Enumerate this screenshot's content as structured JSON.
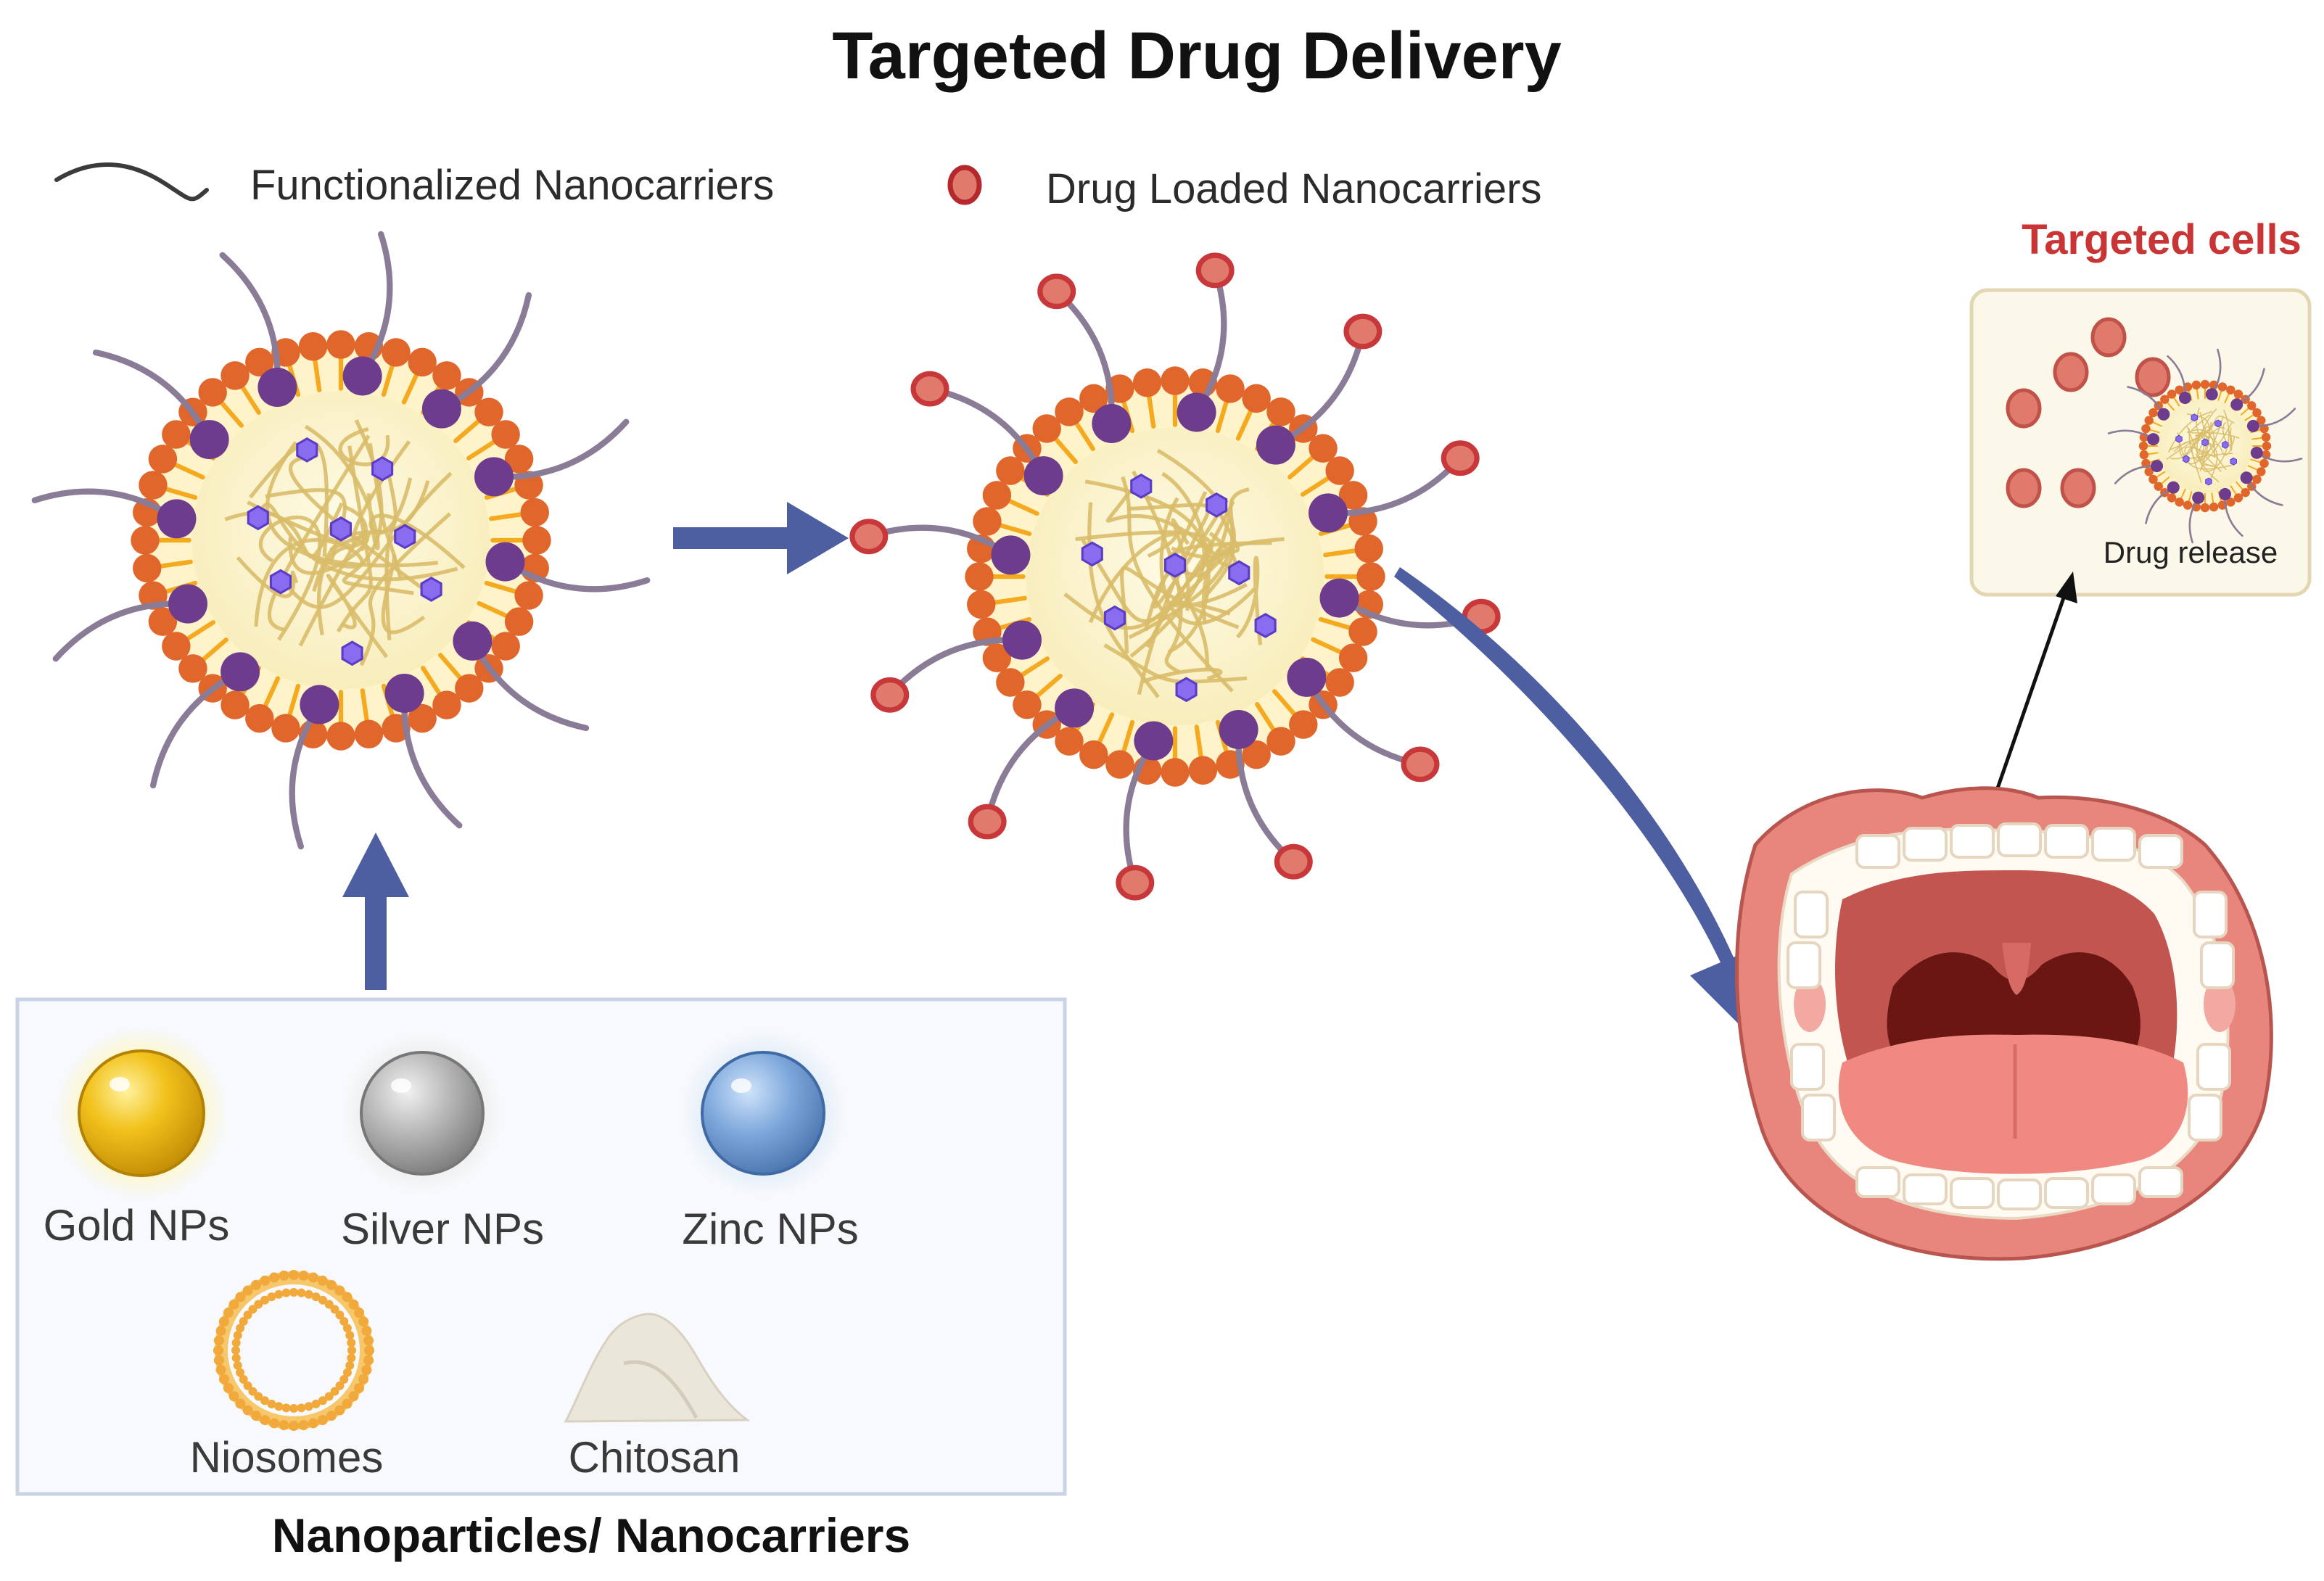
{
  "title": "Targeted Drug Delivery",
  "legend": {
    "functionalized": "Functionalized Nanocarriers",
    "drug_loaded": "Drug Loaded Nanocarriers"
  },
  "nanoparticles_box": {
    "caption": "Nanoparticles/ Nanocarriers",
    "items": [
      "Gold NPs",
      "Silver NPs",
      "Zinc NPs",
      "Niosomes",
      "Chitosan"
    ]
  },
  "targeted_cells": {
    "title": "Targeted cells",
    "release": "Drug release"
  },
  "colors": {
    "arrow": "#4d5ea1",
    "lipid_head": "#e0662c",
    "lipid_tail": "#f4a91f",
    "core": "#fbf2c8",
    "polymer": "#d9bd6a",
    "ligand_node": "#6e3c8d",
    "ligand_chain": "#8a7c96",
    "drug": "#c8383a",
    "drug_inner": "#e07a6d",
    "targeted_title": "#c93534",
    "box_border": "#c9d3e6",
    "box_fill": "#f7f9fc",
    "cells_border": "#e3d7b3",
    "cells_fill": "#fbf8ea"
  }
}
